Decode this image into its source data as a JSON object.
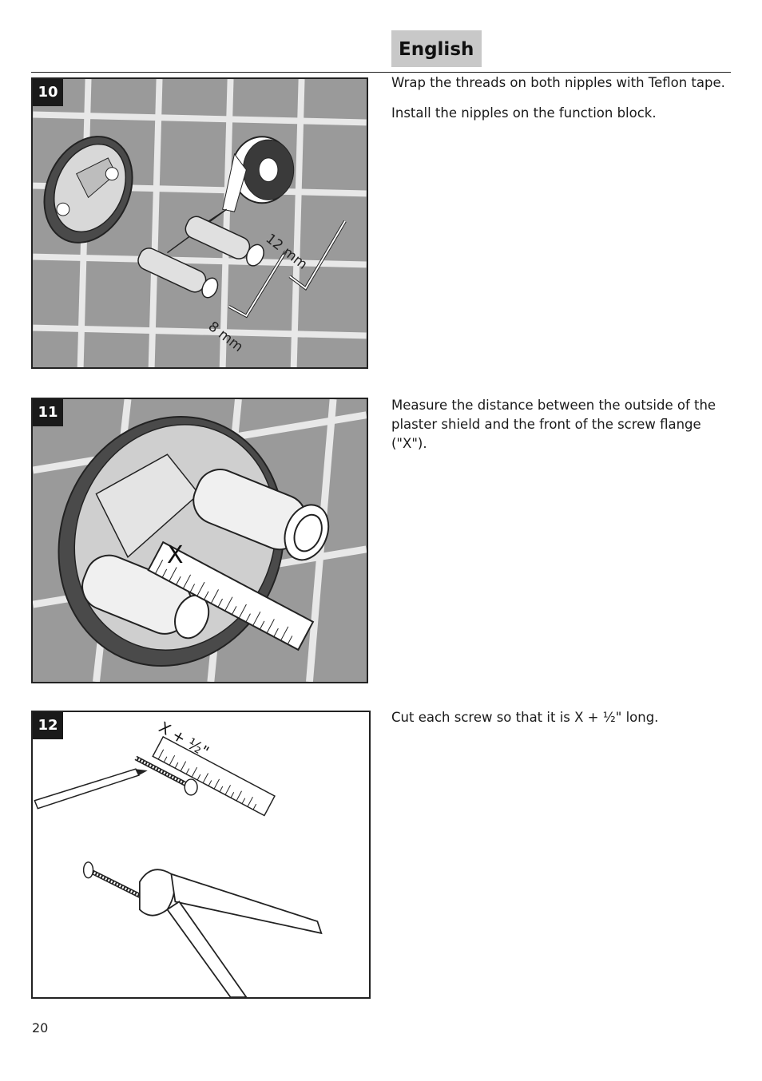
{
  "header": {
    "language_tab": "English"
  },
  "steps": [
    {
      "number": "10",
      "instructions": [
        "Wrap the threads on both nipples with Teflon tape.",
        "Install the nipples on the function block."
      ],
      "labels": {
        "wrench_large": "12 mm",
        "wrench_small": "8 mm"
      }
    },
    {
      "number": "11",
      "instructions": [
        "Measure the distance between the outside of the plaster shield and the front of the screw flange (\"X\")."
      ],
      "labels": {
        "measure": "X"
      }
    },
    {
      "number": "12",
      "instructions": [
        "Cut each screw so that it is X + ½\" long."
      ],
      "labels": {
        "cut_length": "X + ½\""
      }
    }
  ],
  "footer": {
    "page_number": "20"
  }
}
